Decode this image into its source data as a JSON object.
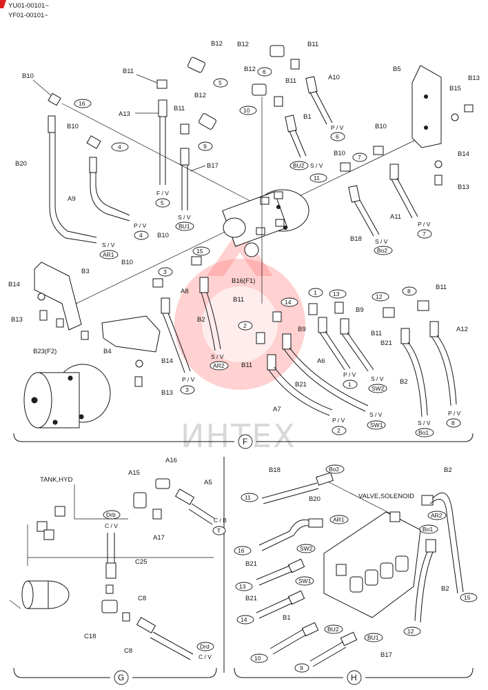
{
  "header": {
    "serial1": "YU01-00101~",
    "serial2": "YF01-00101~"
  },
  "watermark": {
    "text": "ИНТЕХ",
    "color": "#ff4d4d"
  },
  "sections": {
    "F": "F",
    "G": "G",
    "H": "H"
  },
  "titles": {
    "tank": "TANK,HYD",
    "valve": "VALVE,SOLENOID"
  },
  "parts": {
    "B1": "B1",
    "B2": "B2",
    "B3": "B3",
    "B4": "B4",
    "B5": "B5",
    "B9": "B9",
    "B10": "B10",
    "B11": "B11",
    "B12": "B12",
    "B13": "B13",
    "B14": "B14",
    "B15": "B15",
    "B16": "B16(F1)",
    "B17": "B17",
    "B18": "B18",
    "B20": "B20",
    "B21": "B21",
    "B23": "B23(F2)",
    "A5": "A5",
    "A6": "A6",
    "A7": "A7",
    "A8": "A8",
    "A9": "A9",
    "A10": "A10",
    "A11": "A11",
    "A12": "A12",
    "A13": "A13",
    "A15": "A15",
    "A16": "A16",
    "A17": "A17",
    "C8": "C8",
    "C18": "C18",
    "C25": "C25"
  },
  "ports": {
    "PV": "P / V",
    "SV": "S / V",
    "FV": "F / V",
    "CV": "C / V",
    "CB": "C / B",
    "AR1": "AR1",
    "AR2": "AR2",
    "BU1": "BU1",
    "BU2": "BU2",
    "Bo1": "Bo1",
    "Bo2": "Bo2",
    "SW1": "SW1",
    "SW2": "SW2",
    "T": "T",
    "Drb": "Drb",
    "Drd": "Drd"
  },
  "numbers": {
    "n1": "1",
    "n2": "2",
    "n3": "3",
    "n4": "4",
    "n5": "5",
    "n6": "6",
    "n7": "7",
    "n8": "8",
    "n9": "9",
    "n10": "10",
    "n11": "11",
    "n12": "12",
    "n13": "13",
    "n14": "14",
    "n15": "15",
    "n16": "16"
  }
}
